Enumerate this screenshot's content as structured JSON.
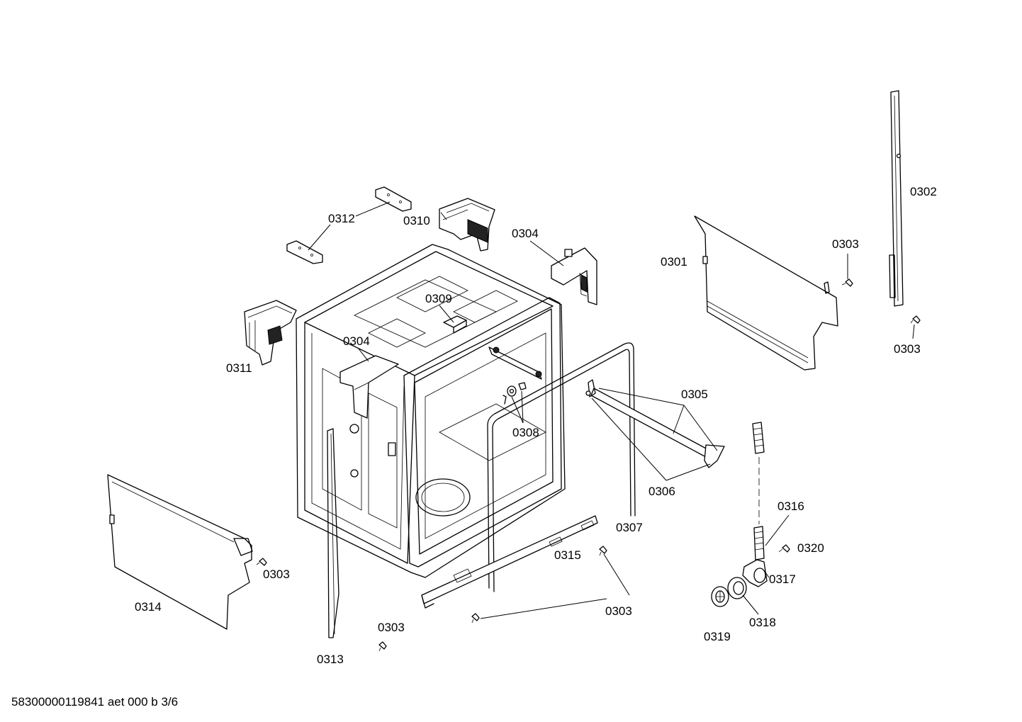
{
  "labels": {
    "p0301": "0301",
    "p0302": "0302",
    "p0303_a": "0303",
    "p0303_b": "0303",
    "p0303_c": "0303",
    "p0303_d": "0303",
    "p0303_e": "0303",
    "p0304_a": "0304",
    "p0304_b": "0304",
    "p0305": "0305",
    "p0306": "0306",
    "p0307": "0307",
    "p0308": "0308",
    "p0309": "0309",
    "p0310": "0310",
    "p0311": "0311",
    "p0312": "0312",
    "p0313": "0313",
    "p0314": "0314",
    "p0315": "0315",
    "p0316": "0316",
    "p0317": "0317",
    "p0318": "0318",
    "p0319": "0319",
    "p0320": "0320"
  },
  "footer": {
    "code": "58300000119841 aet 000 b 3/6"
  }
}
